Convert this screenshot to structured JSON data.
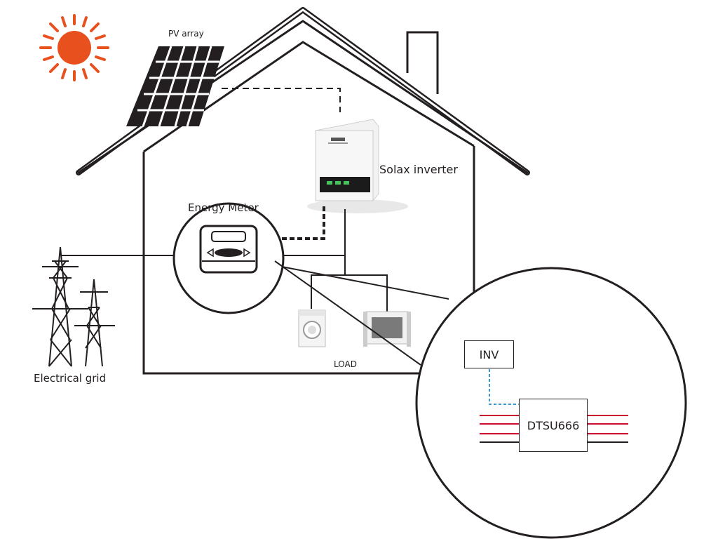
{
  "labels": {
    "pv_array": "PV array",
    "inverter": "Solax inverter",
    "energy_meter": "Energy Meter",
    "grid": "Electrical grid",
    "load": "LOAD",
    "inv_box": "INV",
    "meter_model": "DTSU666"
  },
  "colors": {
    "sun": "#e8501e",
    "line": "#231f20",
    "phase": "#c8102e",
    "rs485": "#3a9ad9"
  }
}
